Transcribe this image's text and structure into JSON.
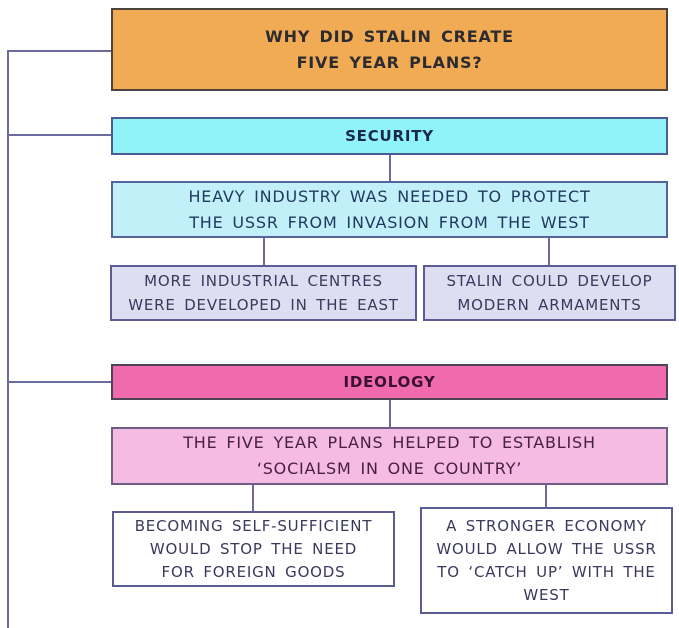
{
  "diagram": {
    "title_box": {
      "text": "WHY DID STALIN CREATE\nFIVE YEAR PLANS?"
    },
    "security_branch": {
      "header": {
        "text": "SECURITY"
      },
      "reason": {
        "text": "HEAVY INDUSTRY WAS NEEDED TO PROTECT\nTHE USSR FROM INVASION FROM THE WEST"
      },
      "detail_left": {
        "text": "MORE INDUSTRIAL CENTRES\nWERE DEVELOPED IN THE EAST"
      },
      "detail_right": {
        "text": "STALIN COULD DEVELOP\nMODERN ARMAMENTS"
      }
    },
    "ideology_branch": {
      "header": {
        "text": "IDEOLOGY"
      },
      "reason": {
        "text": "THE FIVE YEAR PLANS HELPED TO ESTABLISH\n‘SOCIALSM IN ONE COUNTRY’"
      },
      "detail_left": {
        "text": "BECOMING SELF-SUFFICIENT\nWOULD STOP THE NEED\nFOR FOREIGN GOODS"
      },
      "detail_right": {
        "text": "A STRONGER ECONOMY\nWOULD ALLOW THE USSR\nTO ‘CATCH UP’ WITH THE\nWEST"
      }
    },
    "colors": {
      "title_fill": "#F2AB55",
      "security_header_fill": "#8FF3F8",
      "security_reason_fill": "#C2F0F9",
      "security_detail_fill": "#DEDEF2",
      "ideology_header_fill": "#F06BAE",
      "ideology_reason_fill": "#F5BBE3",
      "ideology_detail_fill": "#FFFFFF",
      "connector_line": "#6B6B9E",
      "background": "#FFFFFF"
    }
  }
}
